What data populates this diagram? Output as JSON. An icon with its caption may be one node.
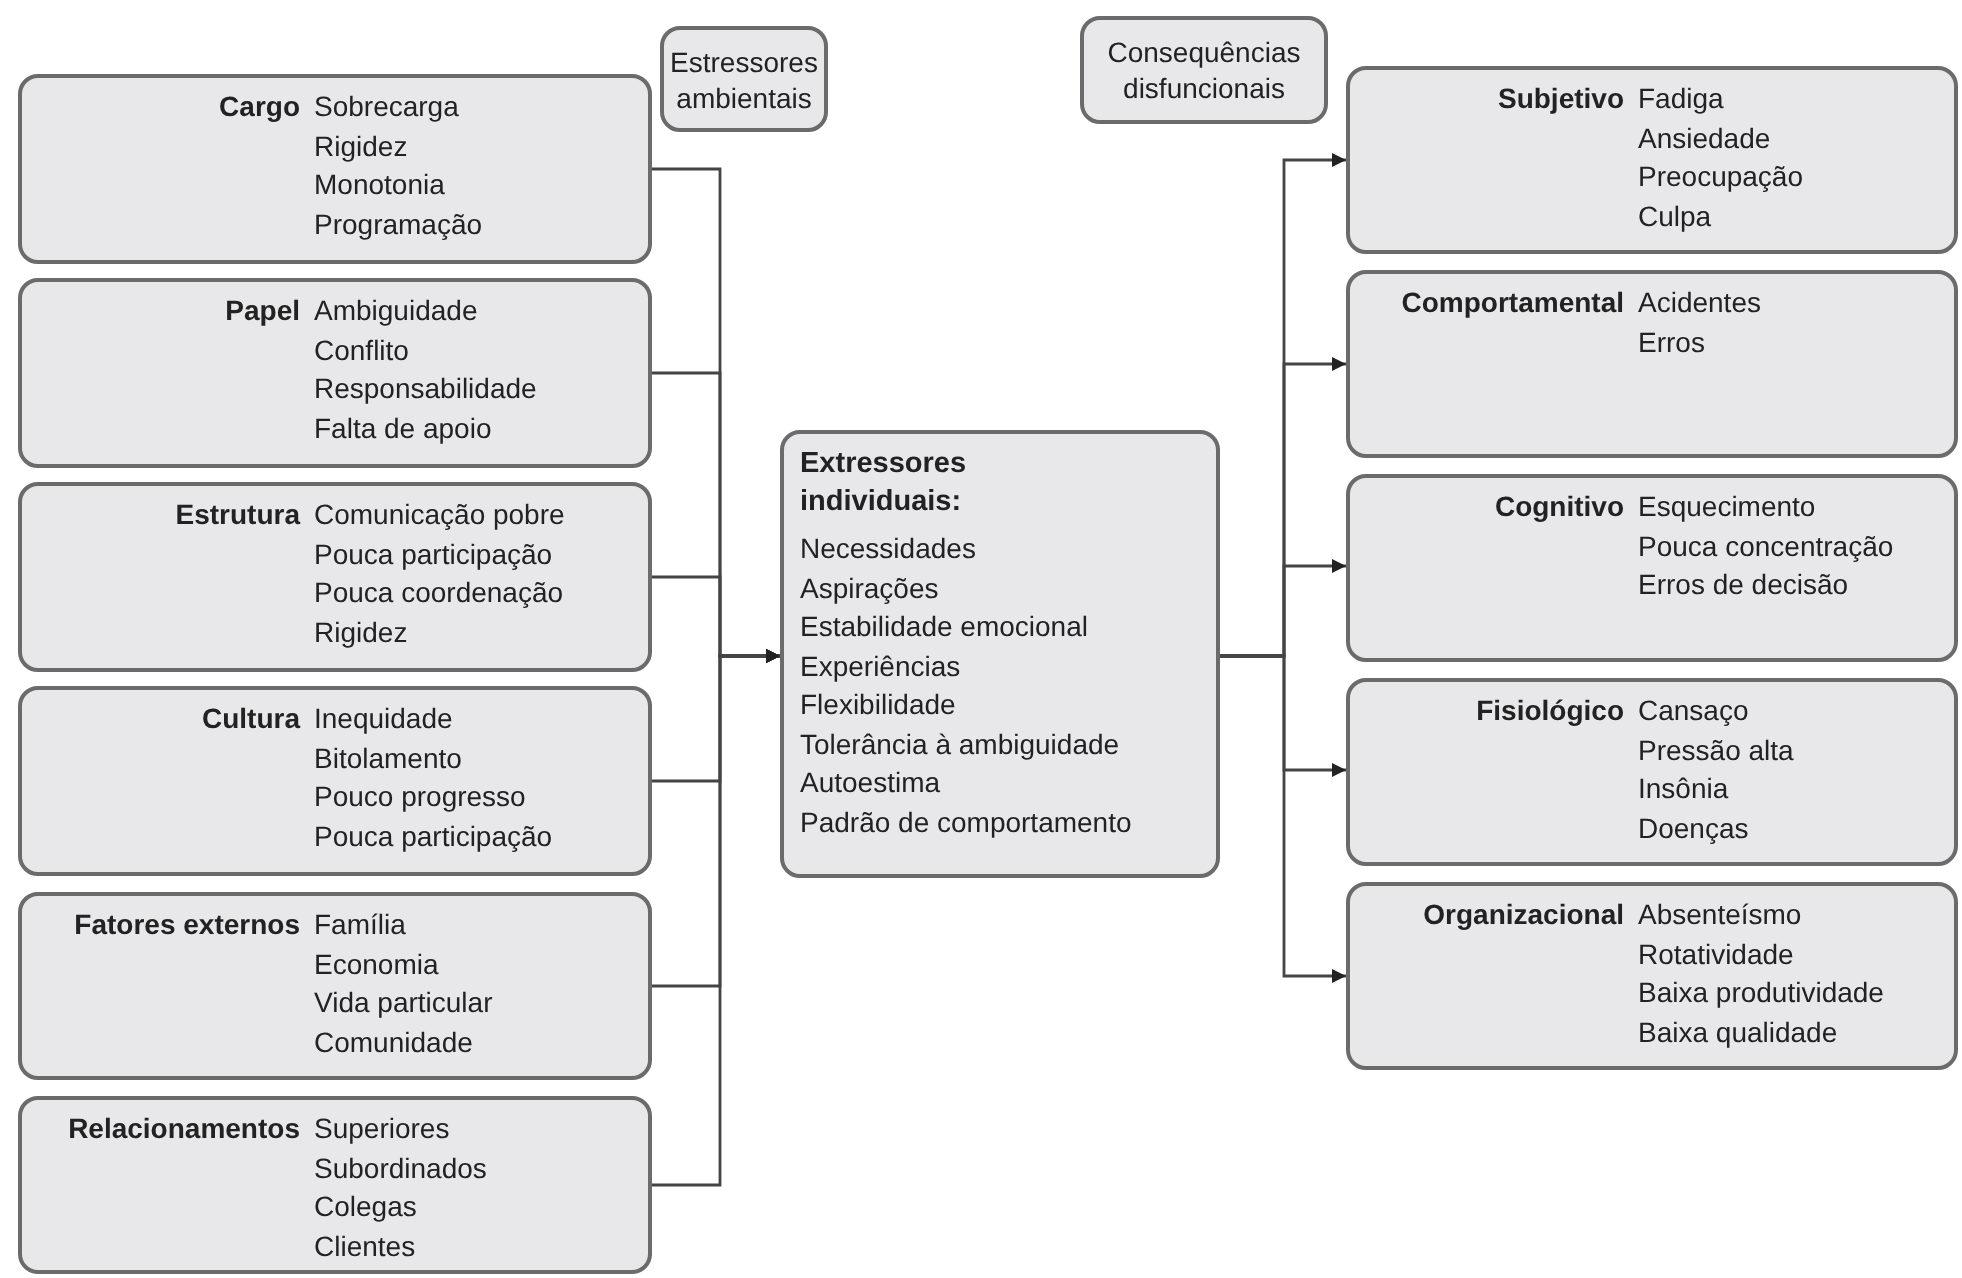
{
  "diagram": {
    "nodes": [
      {
        "text": [
          "Estressores ambientais"
        ]
      },
      {
        "text": [
          "Consequências disfuncionais"
        ]
      },
      {
        "text": [
          "Cargo",
          "Sobrecarga",
          "Rigidez",
          "Monotonia",
          "Programação"
        ]
      },
      {
        "text": [
          "Papel",
          "Ambiguidade",
          "Conflito",
          "Responsabilidade",
          "Falta de apoio"
        ]
      },
      {
        "text": [
          "Estrutura",
          "Comunicação pobre",
          "Pouca participação",
          "Pouca coordenação",
          "Rigidez"
        ]
      },
      {
        "text": [
          "Cultura",
          "Inequidade",
          "Bitolamento",
          "Pouco progresso",
          "Pouca participação"
        ]
      },
      {
        "text": [
          "Fatores externos",
          "Família",
          "Economia",
          "Vida particular",
          "Comunidade"
        ]
      },
      {
        "text": [
          "Relacionamentos",
          "Superiores",
          "Subordinados",
          "Colegas",
          "Clientes"
        ]
      },
      {
        "text": [
          "Extressores individuais:",
          "Necessidades",
          "Aspirações",
          "Estabilidade emocional",
          "Experiências",
          "Flexibilidade",
          "Tolerância à ambiguidade",
          "Autoestima",
          "Padrão de comportamento"
        ]
      },
      {
        "text": [
          "Subjetivo",
          "Fadiga",
          "Ansiedade",
          "Preocupação",
          "Culpa"
        ]
      },
      {
        "text": [
          "Comportamental",
          "Acidentes",
          "Erros"
        ]
      },
      {
        "text": [
          "Cognitivo",
          "Esquecimento",
          "Pouca concentração",
          "Erros de decisão"
        ]
      },
      {
        "text": [
          "Fisiológico",
          "Cansaço",
          "Pressão alta",
          "Insônia",
          "Doenças"
        ]
      },
      {
        "text": [
          "Organizacional",
          "Absenteísmo",
          "Rotatividade",
          "Baixa produtividade",
          "Baixa qualidade"
        ]
      }
    ],
    "edges": [
      {
        "from": 2,
        "to": 8,
        "arrow": "to"
      },
      {
        "from": 3,
        "to": 8,
        "arrow": "to"
      },
      {
        "from": 4,
        "to": 8,
        "arrow": "to"
      },
      {
        "from": 5,
        "to": 8,
        "arrow": "to"
      },
      {
        "from": 6,
        "to": 8,
        "arrow": "to"
      },
      {
        "from": 7,
        "to": 8,
        "arrow": "to"
      },
      {
        "from": 8,
        "to": 9,
        "arrow": "to"
      },
      {
        "from": 8,
        "to": 10,
        "arrow": "to"
      },
      {
        "from": 8,
        "to": 11,
        "arrow": "to"
      },
      {
        "from": 8,
        "to": 12,
        "arrow": "to"
      },
      {
        "from": 8,
        "to": 13,
        "arrow": "to"
      }
    ]
  }
}
